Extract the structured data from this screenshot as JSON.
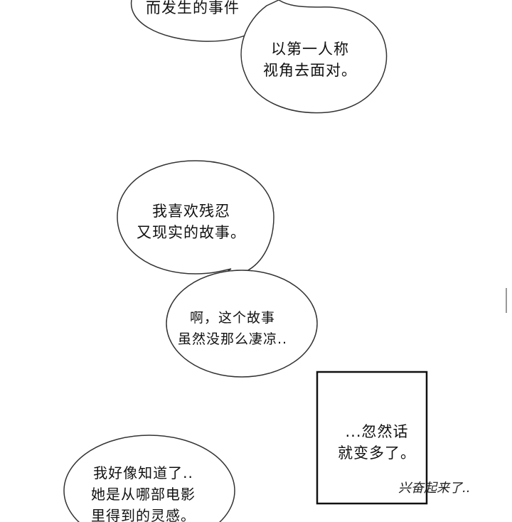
{
  "bubbles": [
    {
      "lines": [
        "而发生的事件"
      ]
    },
    {
      "lines": [
        "以第一人称",
        "视角去面对。"
      ]
    },
    {
      "lines": [
        "我喜欢残忍",
        "又现实的故事。"
      ]
    },
    {
      "lines": [
        "啊，这个故事",
        "虽然没那么凄凉.."
      ]
    },
    {
      "lines": [
        "...忽然话",
        "就变多了。"
      ]
    },
    {
      "lines": [
        "我好像知道了..",
        "她是从哪部电影",
        "里得到的灵感。"
      ]
    }
  ],
  "sfx": "兴奋起来了.."
}
